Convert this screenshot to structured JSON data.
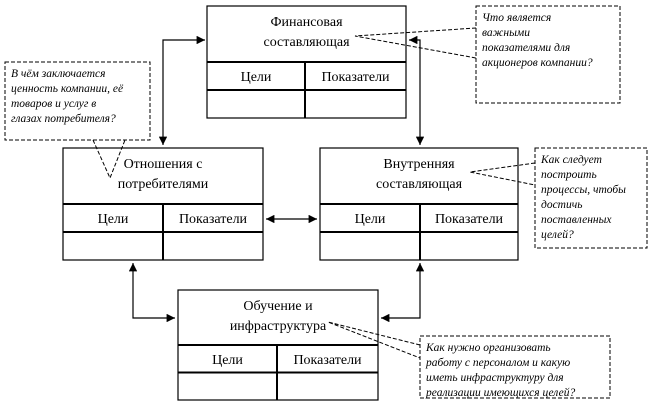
{
  "boxes": {
    "financial": {
      "title": [
        "Финансовая",
        "составляющая"
      ],
      "col1": "Цели",
      "col2": "Показатели"
    },
    "customer": {
      "title": [
        "Отношения с",
        "потребителями"
      ],
      "col1": "Цели",
      "col2": "Показатели"
    },
    "internal": {
      "title": [
        "Внутренняя",
        "составляющая"
      ],
      "col1": "Цели",
      "col2": "Показатели"
    },
    "learning": {
      "title": [
        "Обучение и",
        "инфраструктура"
      ],
      "col1": "Цели",
      "col2": "Показатели"
    }
  },
  "callouts": {
    "financial": [
      "Что является",
      "важными",
      "показателями для",
      "акционеров компании?"
    ],
    "customer": [
      "В чём заключается",
      "ценность компании, её",
      "товаров и услуг в",
      "глазах потребителя?"
    ],
    "internal": [
      "Как следует",
      "построить",
      "процессы, чтобы",
      "достичь",
      "поставленных",
      "целей?"
    ],
    "learning": [
      "Как нужно организовать",
      "работу с персоналом и какую",
      "иметь инфраструктуру для",
      "реализации имеющихся целей?"
    ]
  }
}
